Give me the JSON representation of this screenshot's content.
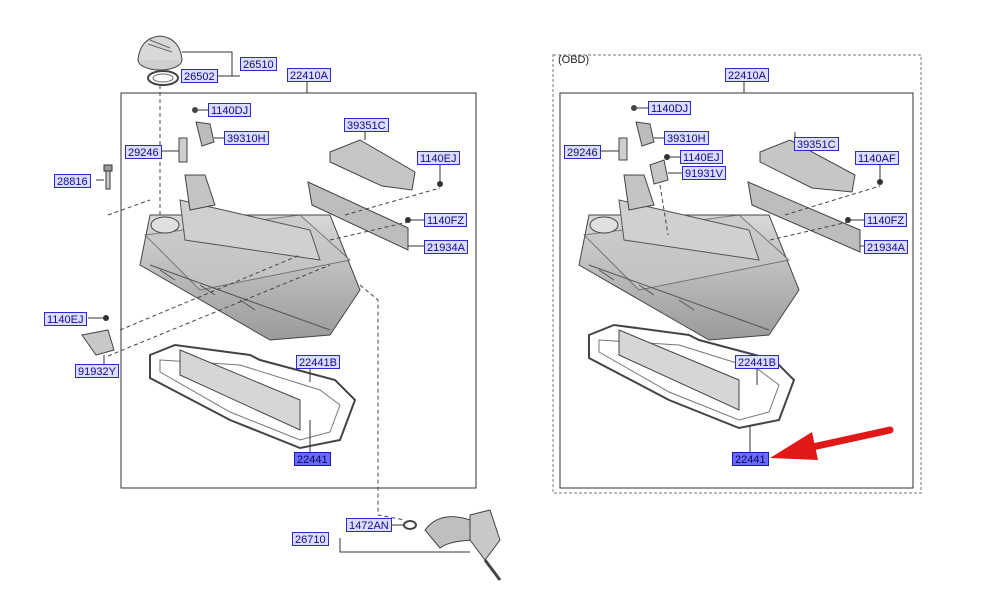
{
  "left_panel": {
    "labels": {
      "cap": "26510",
      "seal": "26502",
      "cover_top": "22410A",
      "bolt_top": "1140DJ",
      "sensor": "39310H",
      "pcv": "29246",
      "bracket": "39351C",
      "bolt_right": "1140EJ",
      "stud": "28816",
      "bolt_mid": "1140FZ",
      "baffle": "21934A",
      "bolt_left": "1140EJ",
      "gasket_outer": "22441B",
      "bracket_left": "91932Y",
      "gasket_main": "22441",
      "clamp": "1472AN",
      "hose": "26710"
    }
  },
  "right_panel": {
    "title": "(OBD)",
    "labels": {
      "cover_top": "22410A",
      "bolt_top": "1140DJ",
      "sensor": "39310H",
      "pcv": "29246",
      "bolt_mid_left": "1140EJ",
      "bracket_small": "91931V",
      "bracket": "39351C",
      "bolt_right": "1140AF",
      "bolt_mid": "1140FZ",
      "baffle": "21934A",
      "gasket_outer": "22441B",
      "gasket_main": "22441"
    }
  },
  "colors": {
    "label_bg": "#dcdcff",
    "label_border": "#2a2ad4",
    "label_text": "#0d0d8c",
    "highlight_bg": "#6a6aff",
    "arrow": "#e01818",
    "part_fill": "#bcbcbc",
    "part_stroke": "#4a4a4a"
  }
}
